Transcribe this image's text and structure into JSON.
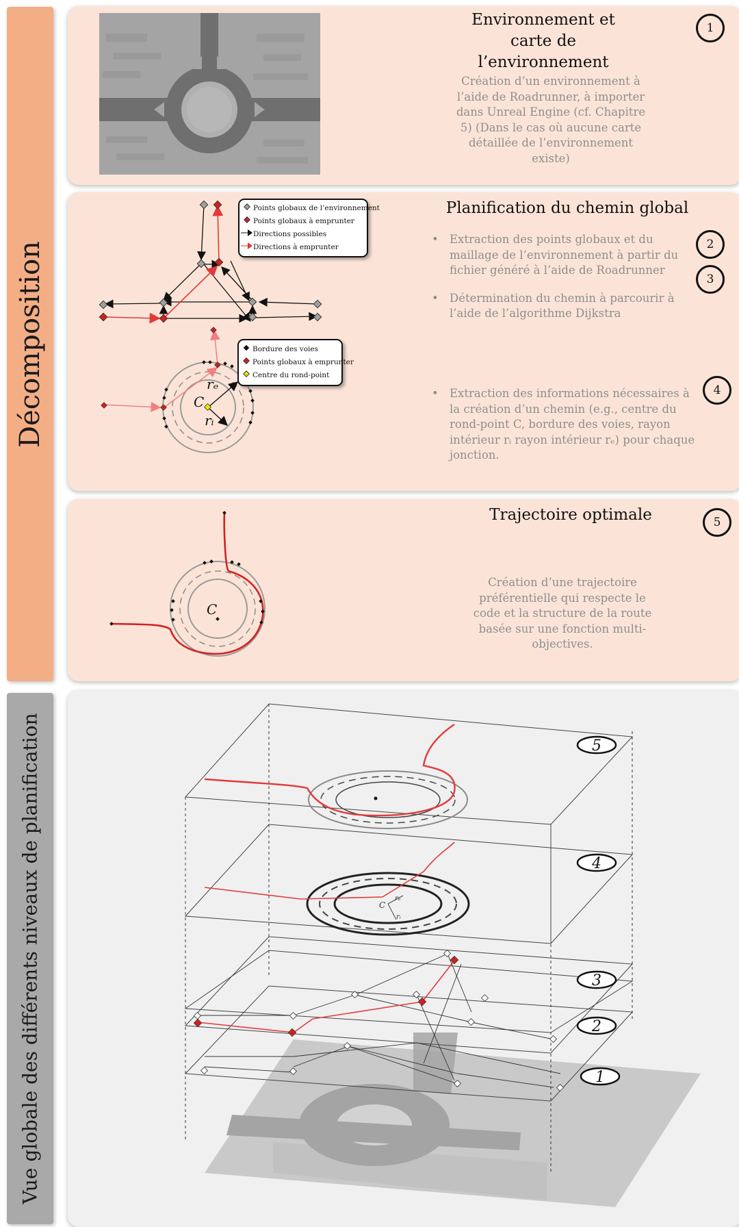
{
  "sidebar_top": {
    "label": "Décomposition",
    "color": "#f4ae86"
  },
  "sidebar_bottom": {
    "label": "Vue globale des différents niveaux de planification",
    "color": "#a9a9a9"
  },
  "panel1": {
    "title": "Environnement et carte de l’environnement",
    "number": "1",
    "description": "Création d’un environnement à l’aide de Roadrunner, à importer dans Unreal Engine (cf. Chapitre 5) (Dans le cas où aucune carte détaillée de l’environnement existe)",
    "background": "#fbe4d7"
  },
  "panel2": {
    "title": "Planification du chemin global",
    "numbers": [
      "2",
      "3",
      "4"
    ],
    "bullets": [
      "Extraction des points globaux et du maillage de l’environnement à partir du fichier généré à l’aide de Roadrunner",
      "Détermination du chemin à parcourir à l’aide de l’algorithme Dijkstra",
      "Extraction des informations nécessaires à la création d’un chemin (e.g., centre du rond-point C, bordure des voies, rayon intérieur rᵢ rayon intérieur rₑ) pour chaque jonction."
    ],
    "legend1": [
      {
        "icon": "gray-diamond-icon",
        "label": "Points globaux de l’environnement"
      },
      {
        "icon": "red-diamond-icon",
        "label": "Points globaux à emprunter"
      },
      {
        "icon": "black-arrow-icon",
        "label": "Directions possibles"
      },
      {
        "icon": "red-arrow-icon",
        "label": "Directions à emprunter"
      }
    ],
    "legend2": [
      {
        "icon": "black-diamond-icon",
        "label": "Bordure des voies"
      },
      {
        "icon": "red-diamond-icon",
        "label": "Points globaux à emprunter"
      },
      {
        "icon": "yellow-diamond-icon",
        "label": "Centre du rond-point"
      }
    ],
    "diagram_labels": {
      "center": "C",
      "outer_radius": "rₑ",
      "inner_radius": "rᵢ"
    }
  },
  "panel3": {
    "title": "Trajectoire optimale",
    "number": "5",
    "description": "Création d’une trajectoire préférentielle qui respecte le code et la structure de la route basée sur une fonction multi-objectives.",
    "diagram_labels": {
      "center": "C"
    }
  },
  "panel4": {
    "layer_numbers": [
      "5",
      "4",
      "3",
      "2",
      "1"
    ],
    "diagram_labels": {
      "center": "C",
      "outer_radius": "rₑ",
      "inner_radius": "rᵢ"
    },
    "background": "#f0f0f0"
  },
  "colors": {
    "path_red": "#e23a3a",
    "node_gray": "#9a9a9a",
    "road_gray": "#8a8a8a",
    "panel_peach": "#fbe4d7",
    "text_gray": "#8e8e8e"
  }
}
